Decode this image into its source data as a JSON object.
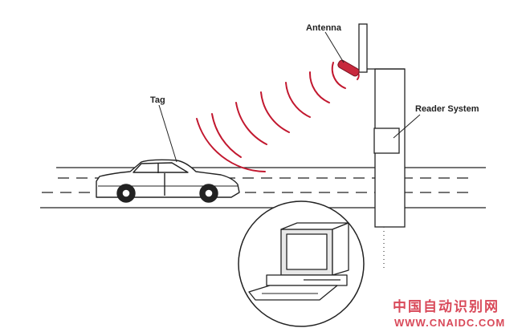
{
  "labels": {
    "antenna": "Antenna",
    "tag": "Tag",
    "reader_system": "Reader System"
  },
  "watermark": {
    "title": "中国自动识别网",
    "url": "WWW.CNAIDC.COM"
  },
  "colors": {
    "wave": "#c2182f",
    "antenna": "#c8283c",
    "line": "#222222",
    "watermark": "#d94a5a"
  },
  "icons": [
    "car-icon",
    "computer-icon",
    "antenna-icon"
  ]
}
